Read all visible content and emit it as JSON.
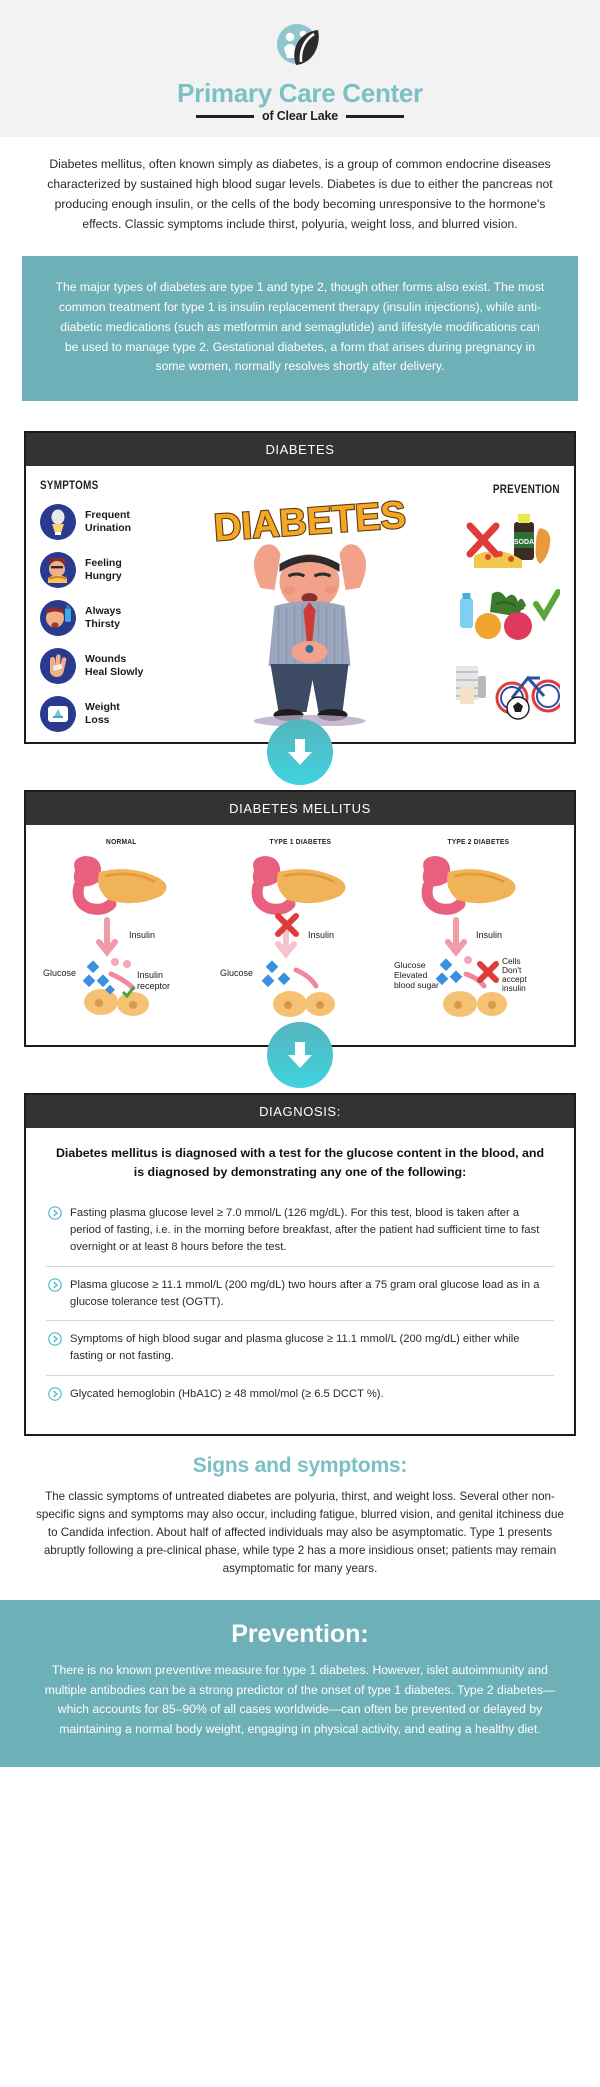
{
  "brand": {
    "name": "Primary Care Center",
    "subtitle": "of Clear Lake",
    "logo_icon": "people-leaf-logo",
    "accent_teal": "#7cbfc4",
    "panel_teal": "#6eb0b7",
    "dark_header": "#333333"
  },
  "intro": {
    "paragraph": "Diabetes mellitus, often known simply as diabetes, is a group of common endocrine diseases characterized by sustained high blood sugar levels. Diabetes is due to either the pancreas not producing enough insulin, or the cells of the body becoming unresponsive to the hormone's effects. Classic symptoms include thirst, polyuria, weight loss, and blurred vision."
  },
  "callout": {
    "paragraph": "The major types of diabetes are type 1 and type 2, though other forms also exist. The most common treatment for type 1 is insulin replacement therapy (insulin injections), while anti-diabetic medications (such as metformin and semaglutide) and lifestyle modifications can be used to manage type 2. Gestational diabetes, a form that arises during pregnancy in some women, normally resolves shortly after delivery."
  },
  "card_symptoms": {
    "header": "DIABETES",
    "symptoms_title": "SYMPTOMS",
    "prevention_title": "PREVENTION",
    "poster_word": "DIABETES",
    "symptoms": [
      {
        "label": "Frequent\nUrination",
        "line1": "Frequent",
        "line2": "Urination",
        "icon": "toilet-icon"
      },
      {
        "label": "Feeling\nHungry",
        "line1": "Feeling",
        "line2": "Hungry",
        "icon": "eating-man-icon"
      },
      {
        "label": "Always\nThirsty",
        "line1": "Always",
        "line2": "Thirsty",
        "icon": "thirsty-man-icon"
      },
      {
        "label": "Wounds\nHeal Slowly",
        "line1": "Wounds",
        "line2": "Heal Slowly",
        "icon": "bandaged-hand-icon"
      },
      {
        "label": "Weight\nLoss",
        "line1": "Weight",
        "line2": "Loss",
        "icon": "weight-scale-icon"
      }
    ],
    "prevention_items": [
      {
        "name": "avoid-junk-food",
        "mark": "cross",
        "mark_color": "#e03b3b"
      },
      {
        "name": "eat-fruits-vegetables",
        "mark": "check",
        "mark_color": "#5aa63a"
      },
      {
        "name": "exercise-sports",
        "mark": "none",
        "mark_color": ""
      }
    ]
  },
  "card_mellitus": {
    "header": "DIABETES MELLITUS",
    "columns": [
      {
        "title": "NORMAL",
        "insulin_label": "Insulin",
        "glucose_label": "Glucose",
        "receptor_label": "Insulin\nreceptor",
        "receptor_line1": "Insulin",
        "receptor_line2": "receptor",
        "blocked": false,
        "note": ""
      },
      {
        "title": "TYPE 1 DIABETES",
        "insulin_label": "Insulin",
        "glucose_label": "Glucose",
        "receptor_label": "",
        "receptor_line1": "",
        "receptor_line2": "",
        "blocked": true,
        "note": ""
      },
      {
        "title": "TYPE 2 DIABETES",
        "insulin_label": "Insulin",
        "glucose_label": "Glucose\nElevated\nblood sugar",
        "glucose_line1": "Glucose",
        "glucose_line2": "Elevated",
        "glucose_line3": "blood sugar",
        "receptor_label": "Cells\nDon't\naccept\ninsulin",
        "receptor_line1": "Cells",
        "receptor_line2": "Don't",
        "receptor_line3": "accept",
        "receptor_line4": "insulin",
        "blocked": true,
        "note": ""
      }
    ]
  },
  "card_diagnosis": {
    "header": "DIAGNOSIS:",
    "lead": "Diabetes mellitus is diagnosed with a test for the glucose content in the blood, and is diagnosed by demonstrating any one of the following:",
    "criteria": [
      "Fasting plasma glucose level ≥ 7.0 mmol/L (126 mg/dL). For this test, blood is taken after a period of fasting, i.e. in the morning before breakfast, after the patient had sufficient time to fast overnight or at least 8 hours before the test.",
      "Plasma glucose ≥ 11.1 mmol/L (200 mg/dL) two hours after a 75 gram oral glucose load as in a glucose tolerance test (OGTT).",
      "Symptoms of high blood sugar and plasma glucose ≥ 11.1 mmol/L (200 mg/dL) either while fasting or not fasting.",
      "Glycated hemoglobin (HbA1C) ≥ 48 mmol/mol (≥ 6.5 DCCT %)."
    ]
  },
  "signs": {
    "title": "Signs and symptoms:",
    "paragraph": "The classic symptoms of untreated diabetes are polyuria, thirst, and weight loss. Several other non-specific signs and symptoms may also occur, including fatigue, blurred vision, and genital itchiness due to Candida infection. About half of affected individuals may also be asymptomatic. Type 1 presents abruptly following a pre-clinical phase, while type 2 has a more insidious onset; patients may remain asymptomatic for many years."
  },
  "prevention": {
    "title": "Prevention:",
    "paragraph": "There is no known preventive measure for type 1 diabetes. However, islet autoimmunity and multiple antibodies can be a strong predictor of the onset of type 1 diabetes. Type 2 diabetes—which accounts for 85–90% of all cases worldwide—can often be prevented or delayed by maintaining a normal body weight, engaging in physical activity, and eating a healthy diet."
  }
}
